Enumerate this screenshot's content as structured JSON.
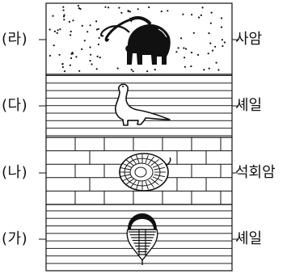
{
  "layers": [
    {
      "id": "ra",
      "label": "(라)",
      "rock": "사암",
      "pattern": "dots",
      "fossil": "mammoth"
    },
    {
      "id": "da",
      "label": "(다)",
      "rock": "셰일",
      "pattern": "lines",
      "fossil": "dinosaur"
    },
    {
      "id": "na",
      "label": "(나)",
      "rock": "석회암",
      "pattern": "bricks",
      "fossil": "ammonite"
    },
    {
      "id": "ga",
      "label": "(가)",
      "rock": "셰일",
      "pattern": "lines",
      "fossil": "trilobite"
    }
  ]
}
